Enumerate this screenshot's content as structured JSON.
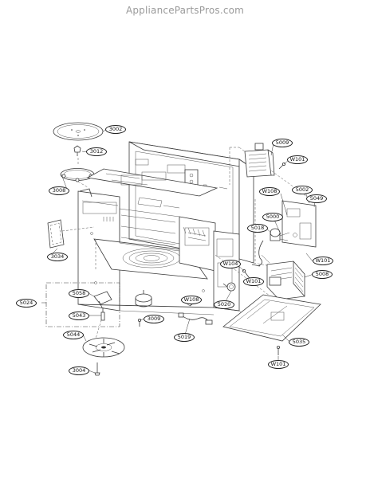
{
  "header": {
    "site_name": "AppliancePartsPros.com"
  },
  "callouts": [
    "3002",
    "3012",
    "3008",
    "3034",
    "5009",
    "W101",
    "W108",
    "5002",
    "5049",
    "5000",
    "5018",
    "W104",
    "W101",
    "5008",
    "W101",
    "5024",
    "5058",
    "5043",
    "W108",
    "3009",
    "5020",
    "5019",
    "5035",
    "5044",
    "3004",
    "W101"
  ]
}
